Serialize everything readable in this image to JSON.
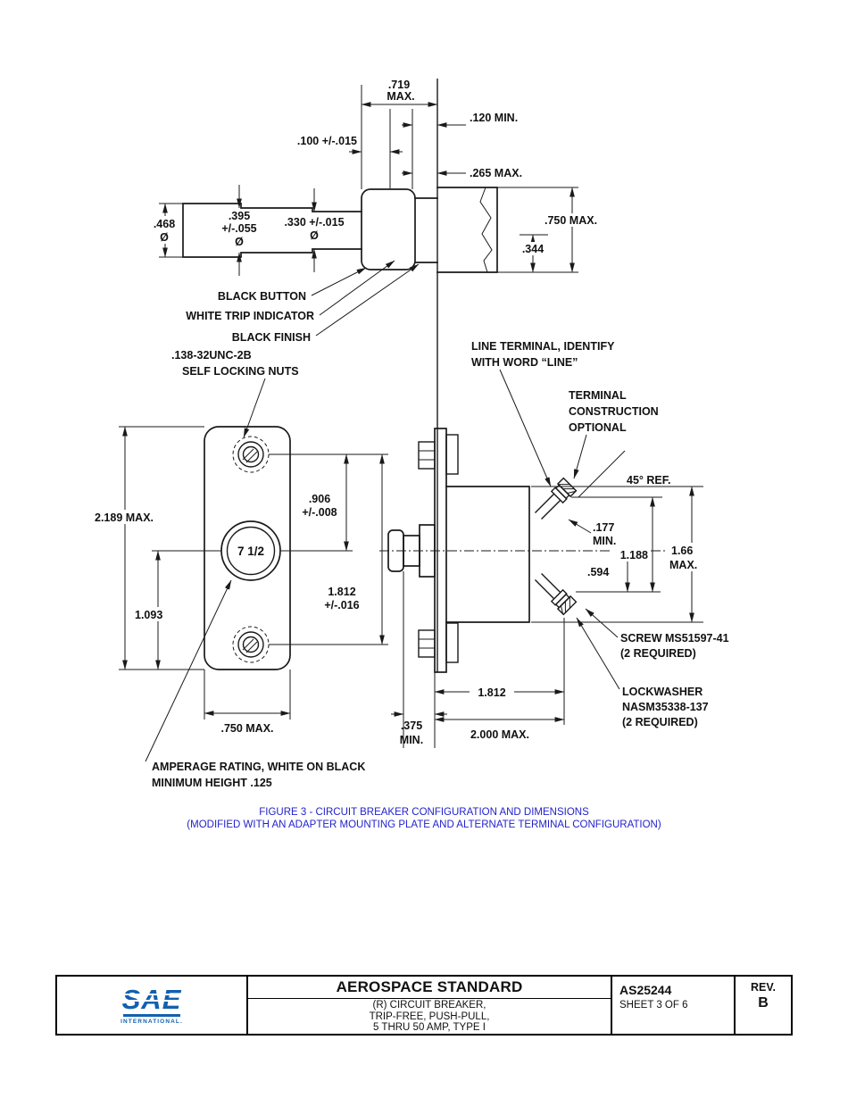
{
  "colors": {
    "ink": "#1a1a1a",
    "caption_blue": "#2222cc",
    "sae_blue": "#1160b0"
  },
  "top_view": {
    "dim_719": ".719",
    "dim_719_b": "MAX.",
    "dim_120": ".120 MIN.",
    "dim_100": ".100 +/-.015",
    "dim_265": ".265 MAX.",
    "dia_468": ".468",
    "dia_468_sym": "Ø",
    "dia_395": ".395",
    "dia_395_tol": "+/-.055",
    "dia_395_sym": "Ø",
    "dia_330": ".330 +/-.015",
    "dia_330_sym": "Ø",
    "dim_750": ".750 MAX.",
    "dim_344": ".344",
    "label_black_button": "BLACK BUTTON",
    "label_trip_indicator": "WHITE TRIP INDICATOR",
    "label_black_finish": "BLACK FINISH"
  },
  "plate_view": {
    "nut_line1": ".138-32UNC-2B",
    "nut_line2": "SELF LOCKING NUTS",
    "dim_2189": "2.189 MAX.",
    "dim_906": ".906",
    "dim_906_tol": "+/-.008",
    "dim_1812": "1.812",
    "dim_1812_tol": "+/-.016",
    "dim_1093": "1.093",
    "dim_750": ".750 MAX.",
    "amp_rating": "7 1/2",
    "amp_line1": "AMPERAGE RATING, WHITE ON BLACK",
    "amp_line2": "MINIMUM HEIGHT .125"
  },
  "side_view": {
    "line_terminal_1": "LINE TERMINAL, IDENTIFY",
    "line_terminal_2": "WITH WORD “LINE”",
    "terminal_1": "TERMINAL",
    "terminal_2": "CONSTRUCTION",
    "terminal_3": "OPTIONAL",
    "angle_ref": "45° REF.",
    "dim_177": ".177",
    "dim_177_b": "MIN.",
    "dim_1188": "1.188",
    "dim_166": "1.66",
    "dim_166_b": "MAX.",
    "dim_594": ".594",
    "screw_1": "SCREW MS51597-41",
    "screw_2": "(2 REQUIRED)",
    "dim_1812": "1.812",
    "lock_1": "LOCKWASHER",
    "lock_2": "NASM35338-137",
    "lock_3": "(2 REQUIRED)",
    "dim_375": ".375",
    "dim_375_b": "MIN.",
    "dim_2000": "2.000 MAX."
  },
  "caption": {
    "line1": "FIGURE 3 - CIRCUIT BREAKER CONFIGURATION AND DIMENSIONS",
    "line2": "(MODIFIED WITH AN ADAPTER MOUNTING PLATE AND ALTERNATE TERMINAL CONFIGURATION)"
  },
  "title_block": {
    "logo_text": "SAE",
    "logo_sub": "INTERNATIONAL.",
    "title": "AEROSPACE STANDARD",
    "subtitle_1": "(R) CIRCUIT BREAKER,",
    "subtitle_2": "TRIP-FREE, PUSH-PULL,",
    "subtitle_3": "5 THRU 50 AMP, TYPE I",
    "doc_number": "AS25244",
    "sheet": "SHEET 3 OF 6",
    "rev_label": "REV.",
    "rev_value": "B"
  }
}
